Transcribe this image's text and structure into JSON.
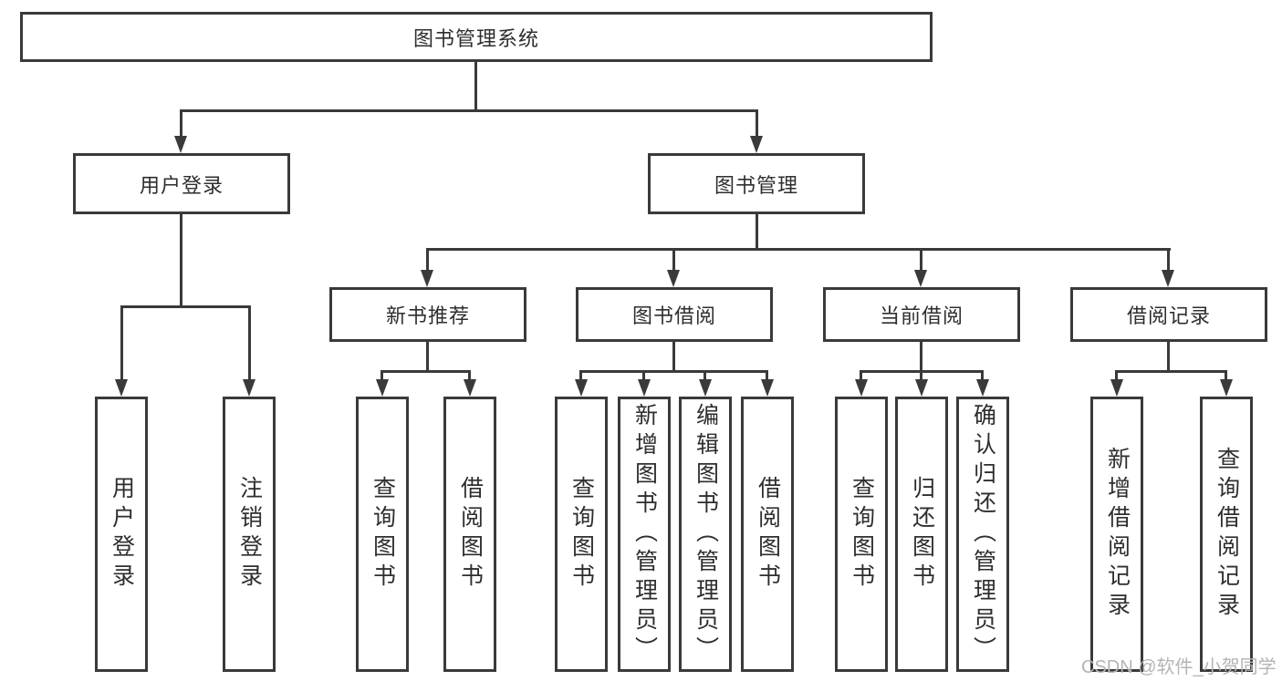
{
  "watermark": {
    "text": "CSDN @软件_小贺同学",
    "color": "#b4b4b4"
  },
  "colors": {
    "line": "#3a3a3a",
    "text": "#2e2e2e",
    "background": "#ffffff"
  },
  "tree": {
    "root": {
      "label": "图书管理系统"
    },
    "branches": [
      {
        "label": "用户登录",
        "leaves": [
          {
            "label": "用户登录"
          },
          {
            "label": "注销登录"
          }
        ]
      },
      {
        "label": "图书管理",
        "groups": [
          {
            "label": "新书推荐",
            "leaves": [
              {
                "label": "查询图书"
              },
              {
                "label": "借阅图书"
              }
            ]
          },
          {
            "label": "图书借阅",
            "leaves": [
              {
                "label": "查询图书"
              },
              {
                "label": "新增图书（管理员）"
              },
              {
                "label": "编辑图书（管理员）"
              },
              {
                "label": "借阅图书"
              }
            ]
          },
          {
            "label": "当前借阅",
            "leaves": [
              {
                "label": "查询图书"
              },
              {
                "label": "归还图书"
              },
              {
                "label": "确认归还（管理员）"
              }
            ]
          },
          {
            "label": "借阅记录",
            "leaves": [
              {
                "label": "新增借阅记录"
              },
              {
                "label": "查询借阅记录"
              }
            ]
          }
        ]
      }
    ]
  }
}
